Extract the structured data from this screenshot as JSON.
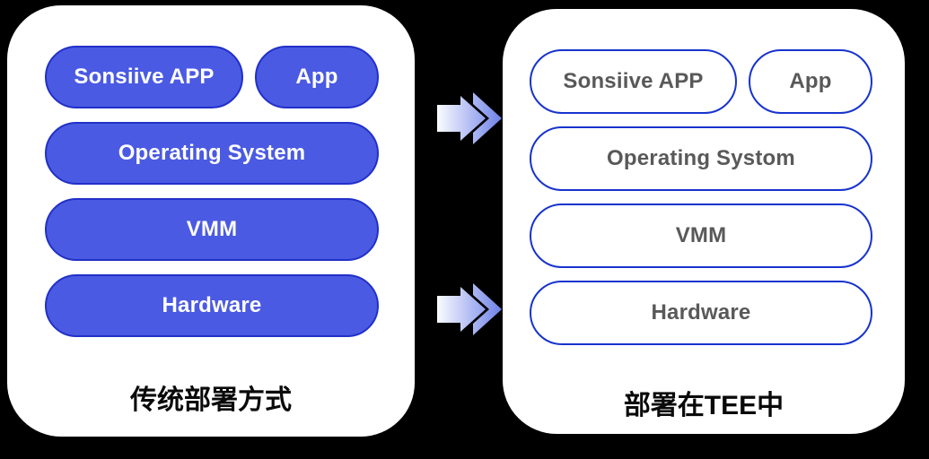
{
  "colors": {
    "background": "#000000",
    "card_background": "#ffffff",
    "filled_pill_fill": "#4a5ae2",
    "filled_pill_border": "#2130c9",
    "filled_pill_text": "#ffffff",
    "outline_pill_fill": "#ffffff",
    "outline_pill_border": "#1733ce",
    "outline_pill_text": "#595959",
    "caption_text": "#0a0a0a",
    "arrow_gradient_start": "#ffffff",
    "arrow_gradient_end": "#6d81e8"
  },
  "panels": [
    {
      "caption": "传统部署方式",
      "style": "filled",
      "rows": [
        [
          "Sonsiive APP",
          "App"
        ],
        [
          "Operating System"
        ],
        [
          "VMM"
        ],
        [
          "Hardware"
        ]
      ]
    },
    {
      "caption": "部署在TEE中",
      "style": "outline",
      "rows": [
        [
          "Sonsiive APP",
          "App"
        ],
        [
          "Operating Systom"
        ],
        [
          "VMM"
        ],
        [
          "Hardware"
        ]
      ]
    }
  ],
  "arrows": [
    {
      "name": "arrow-top",
      "direction": "right"
    },
    {
      "name": "arrow-bottom",
      "direction": "right"
    }
  ]
}
